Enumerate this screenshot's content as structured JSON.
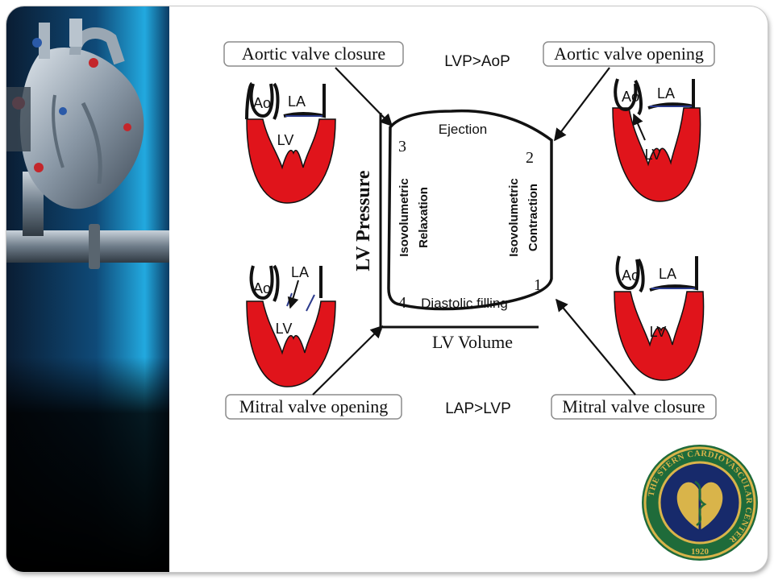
{
  "colors": {
    "myocardium": "#e0141b",
    "outline": "#111111",
    "valve_blue": "#2b3a8c",
    "box_border": "#8c8c8c",
    "left_panel_dark": "#071628",
    "left_panel_glow": "#2fb6e6",
    "seal_green": "#1f6b3a",
    "seal_gold": "#d9b44a",
    "seal_navy": "#172a6b"
  },
  "icons": {
    "left_panel": "mechanical-heart-illustration",
    "seal": "stern-cardiovascular-center-seal"
  },
  "callouts": {
    "aortic_closure": "Aortic valve closure",
    "aortic_opening": "Aortic valve opening",
    "mitral_opening": "Mitral valve opening",
    "mitral_closure": "Mitral valve closure"
  },
  "conditions": {
    "top": "LVP>AoP",
    "bottom": "LAP>LVP"
  },
  "pv_loop": {
    "y_axis_label": "LV Pressure",
    "x_axis_label": "LV Volume",
    "phase_ejection": "Ejection",
    "phase_filling": "Diastolic filling",
    "phase_relaxation": [
      "Isovolumetric",
      "Relaxation"
    ],
    "phase_contraction": [
      "Isovolumetric",
      "Contraction"
    ],
    "points": [
      "1",
      "2",
      "3",
      "4"
    ]
  },
  "hearts": {
    "ao": "Ao",
    "la": "LA",
    "lv": "LV"
  },
  "seal": {
    "ring_text": "THE STERN CARDIOVASCULAR CENTER",
    "year": "1920"
  }
}
